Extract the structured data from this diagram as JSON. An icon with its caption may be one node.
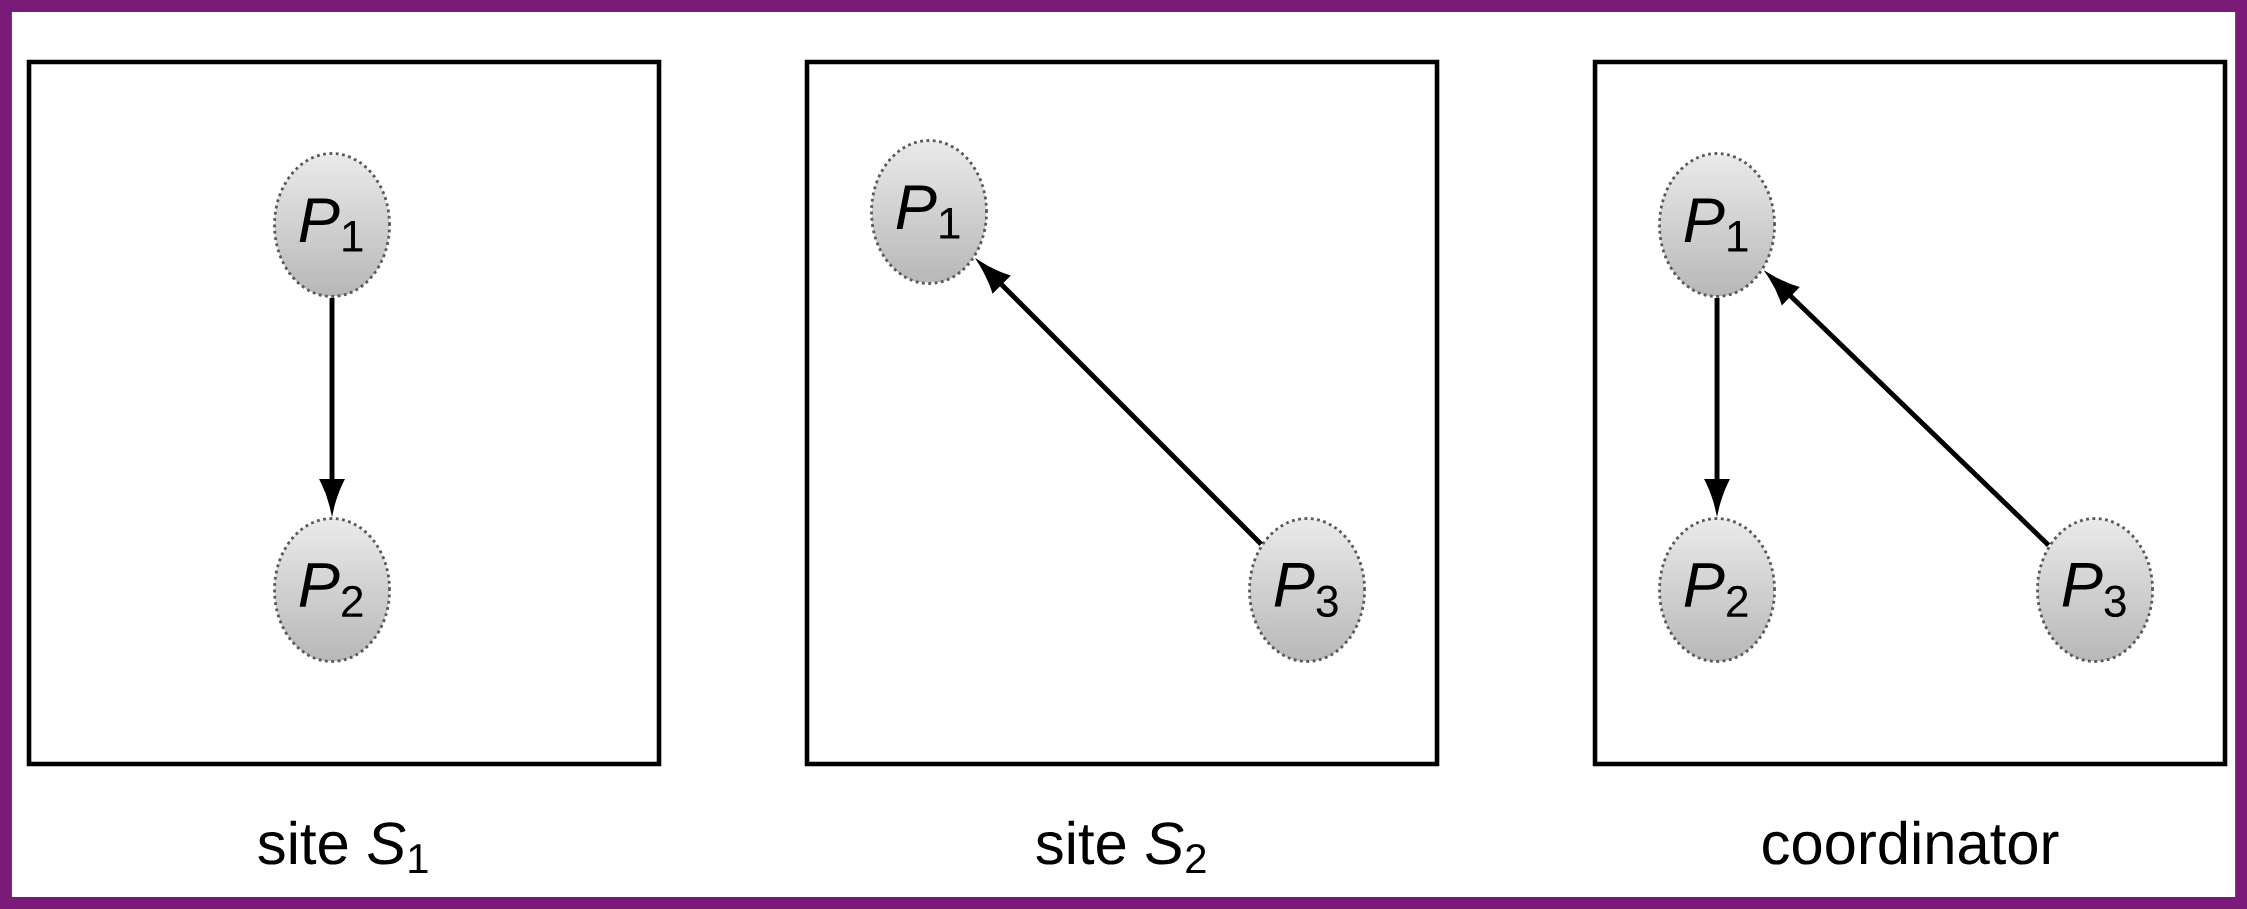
{
  "diagram": {
    "nodes": [
      {
        "text": [
          "site *S*$_{1}$"
        ]
      },
      {
        "text": [
          "*P*$_{1}$"
        ],
        "in": 0
      },
      {
        "text": [
          "*P*$_{2}$"
        ],
        "in": 0
      },
      {
        "text": [
          "site *S*$_{2}$"
        ]
      },
      {
        "text": [
          "*P*$_{1}$"
        ],
        "in": 3
      },
      {
        "text": [
          "*P*$_{3}$"
        ],
        "in": 3
      },
      {
        "text": [
          "coordinator"
        ]
      },
      {
        "text": [
          "*P*$_{1}$"
        ],
        "in": 6
      },
      {
        "text": [
          "*P*$_{2}$"
        ],
        "in": 6
      },
      {
        "text": [
          "*P*$_{3}$"
        ],
        "in": 6
      }
    ],
    "edges": [
      {
        "from": 1,
        "to": 2,
        "arrow": "to"
      },
      {
        "from": 5,
        "to": 4,
        "arrow": "to"
      },
      {
        "from": 7,
        "to": 8,
        "arrow": "to"
      },
      {
        "from": 9,
        "to": 7,
        "arrow": "to"
      }
    ]
  }
}
